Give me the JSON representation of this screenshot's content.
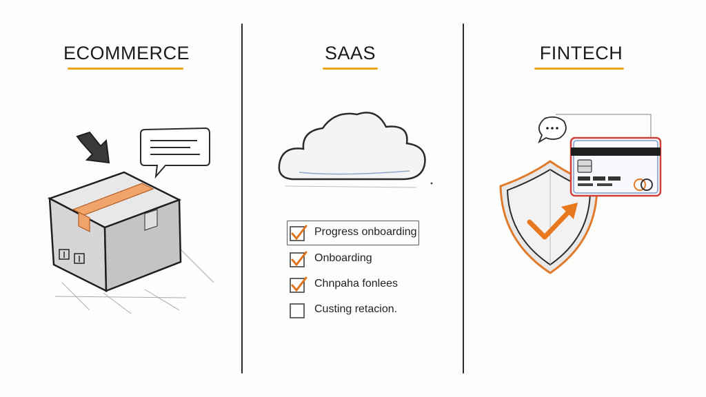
{
  "columns": [
    {
      "title": "ECOMMERCE",
      "icon": "package-box-icon"
    },
    {
      "title": "SAAS",
      "icon": "cloud-icon"
    },
    {
      "title": "FINTECH",
      "icon": "shield-card-icon"
    }
  ],
  "checklist": [
    {
      "label": "Progress onboarding",
      "checked": true
    },
    {
      "label": "Onboarding",
      "checked": true
    },
    {
      "label": "Chnpaha fonlees",
      "checked": true
    },
    {
      "label": "Custing retacion.",
      "checked": false
    }
  ],
  "colors": {
    "accent": "#f0a21e",
    "check": "#e0731c",
    "ink": "#2a2a2a"
  }
}
